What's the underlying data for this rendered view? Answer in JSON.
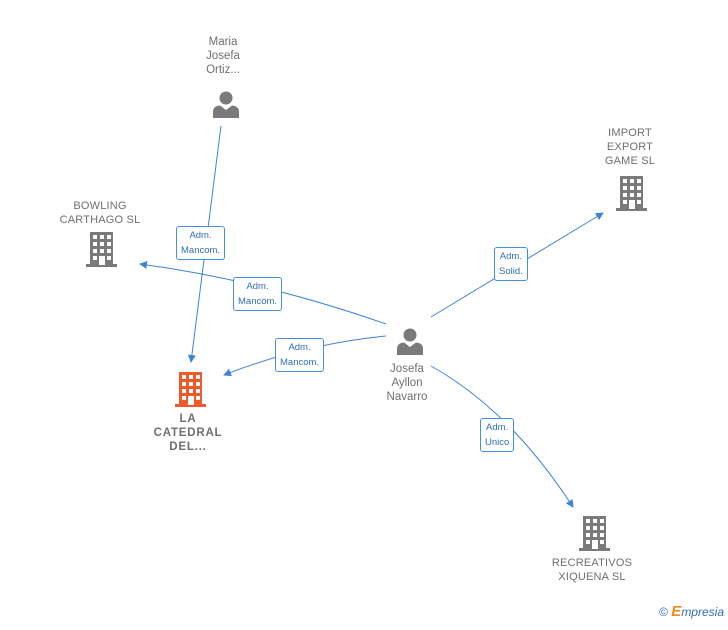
{
  "nodes": {
    "maria": {
      "lines": [
        "Maria",
        "Josefa",
        "Ortiz..."
      ]
    },
    "josefa": {
      "lines": [
        "Josefa",
        "Ayllon",
        "Navarro"
      ]
    },
    "import": {
      "lines": [
        "IMPORT",
        "EXPORT",
        "GAME  SL"
      ]
    },
    "bowling": {
      "lines": [
        "BOWLING",
        "CARTHAGO SL"
      ]
    },
    "catedral": {
      "lines": [
        "LA",
        "CATEDRAL",
        "DEL..."
      ]
    },
    "recreativos": {
      "lines": [
        "RECREATIVOS",
        "XIQUENA SL"
      ]
    }
  },
  "edges": [
    {
      "from": "maria",
      "to": "catedral",
      "label": [
        "Adm.",
        "Mancom."
      ]
    },
    {
      "from": "josefa",
      "to": "bowling",
      "label": [
        "Adm.",
        "Mancom."
      ]
    },
    {
      "from": "josefa",
      "to": "catedral",
      "label": [
        "Adm.",
        "Mancom."
      ]
    },
    {
      "from": "josefa",
      "to": "import",
      "label": [
        "Adm.",
        "Solid."
      ]
    },
    {
      "from": "josefa",
      "to": "recreativos",
      "label": [
        "Adm.",
        "Unico"
      ]
    }
  ],
  "colors": {
    "edge": "#3d85d8",
    "icon": "#7a7a7a",
    "highlight": "#f05a28"
  },
  "watermark": {
    "copyright": "©",
    "brand_e": "E",
    "brand_rest": "mpresia"
  }
}
